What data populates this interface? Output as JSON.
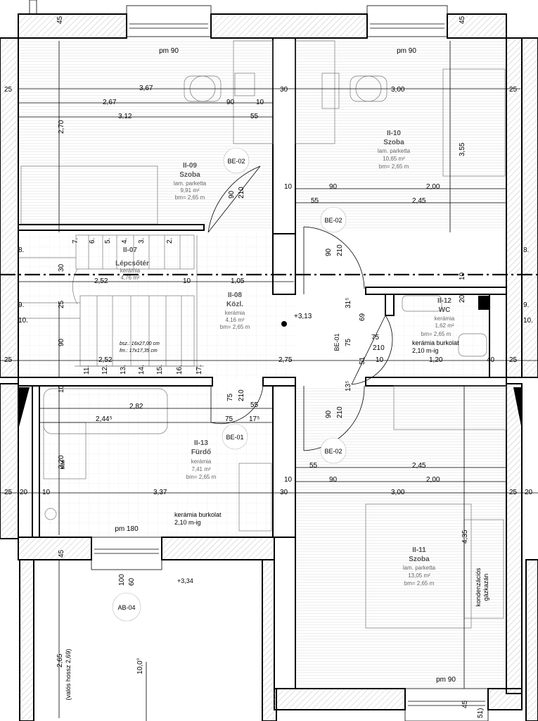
{
  "rooms": {
    "r0909": {
      "id": "II-09",
      "name": "Szoba",
      "floor": "lam. parketta",
      "area": "9,91 m²",
      "bm": "bm= 2,65 m"
    },
    "r1010": {
      "id": "II-10",
      "name": "Szoba",
      "floor": "lam. parketta",
      "area": "10,65 m²",
      "bm": "bm= 2,65 m"
    },
    "r0707": {
      "id": "II-07",
      "name": "Lépcsőtér",
      "floor": "kerámia",
      "area": "4,76 m²"
    },
    "r0808": {
      "id": "II-08",
      "name": "Közl.",
      "floor": "kerámia",
      "area": "4,16 m²",
      "bm": "bm= 2,65 m"
    },
    "r1212": {
      "id": "II-12",
      "name": "WC",
      "floor": "kerámia",
      "area": "1,62 m²",
      "bm": "bm= 2,65 m"
    },
    "r1313": {
      "id": "II-13",
      "name": "Fürdő",
      "floor": "kerámia",
      "area": "7,41 m²",
      "bm": "bm= 2,65 m"
    },
    "r1111": {
      "id": "II-11",
      "name": "Szoba",
      "floor": "lam. parketta",
      "area": "13,05 m²",
      "bm": "bm= 2,65 m"
    }
  },
  "doors": {
    "be02": "BE-02",
    "be01": "BE-01",
    "ab04": "AB-04"
  },
  "windows": {
    "pm90": "pm 90",
    "pm180": "pm 180"
  },
  "notes": {
    "stair_spec1": "bsz.: 16x27,00 cm",
    "stair_spec2": "fm.: 17x17,35 cm",
    "tile1": "kerámia burkolat",
    "tile2": "2,10 m-ig",
    "boiler1": "kondenzációs",
    "boiler2": "gázkazán",
    "real_len": "(valós hossz 2,69)",
    "angle": "10,0°",
    "elev1": "+3,13",
    "elev2": "+3,34",
    "mm": "MM"
  },
  "dims": {
    "d45": "45",
    "d25": "25",
    "d20": "20",
    "d10": "10",
    "d30": "30",
    "d40": "40",
    "d367": "3,67",
    "d267": "2,67",
    "d90": "90",
    "d55": "55",
    "d312": "3,12",
    "d300": "3,00",
    "d355": "3,55",
    "d270": "2,70",
    "d200": "2,00",
    "d245": "2,45",
    "d210": "210",
    "d105": "1,05",
    "d252": "2,52",
    "d275": "2,75",
    "d120": "1,20",
    "d282": "2,82",
    "d244": "2,44⁵",
    "d75": "75",
    "d175": "17⁵",
    "d220": "2,20",
    "d337": "3,37",
    "d100": "100",
    "d60": "60",
    "d435": "4,35",
    "d265": "2,65",
    "d69": "69",
    "d51": "51",
    "d315": "31⁵",
    "d135": "13⁵",
    "d51b": "51)",
    "s7": "7.",
    "s6": "6.",
    "s5": "5.",
    "s4": "4.",
    "s3": "3.",
    "s2": "2.",
    "s8": "8.",
    "s9": "9.",
    "s10": "10.",
    "s11": "11.",
    "s12": "12.",
    "s13": "13.",
    "s14": "14.",
    "s15": "15.",
    "s16": "16.",
    "s17": "17."
  }
}
